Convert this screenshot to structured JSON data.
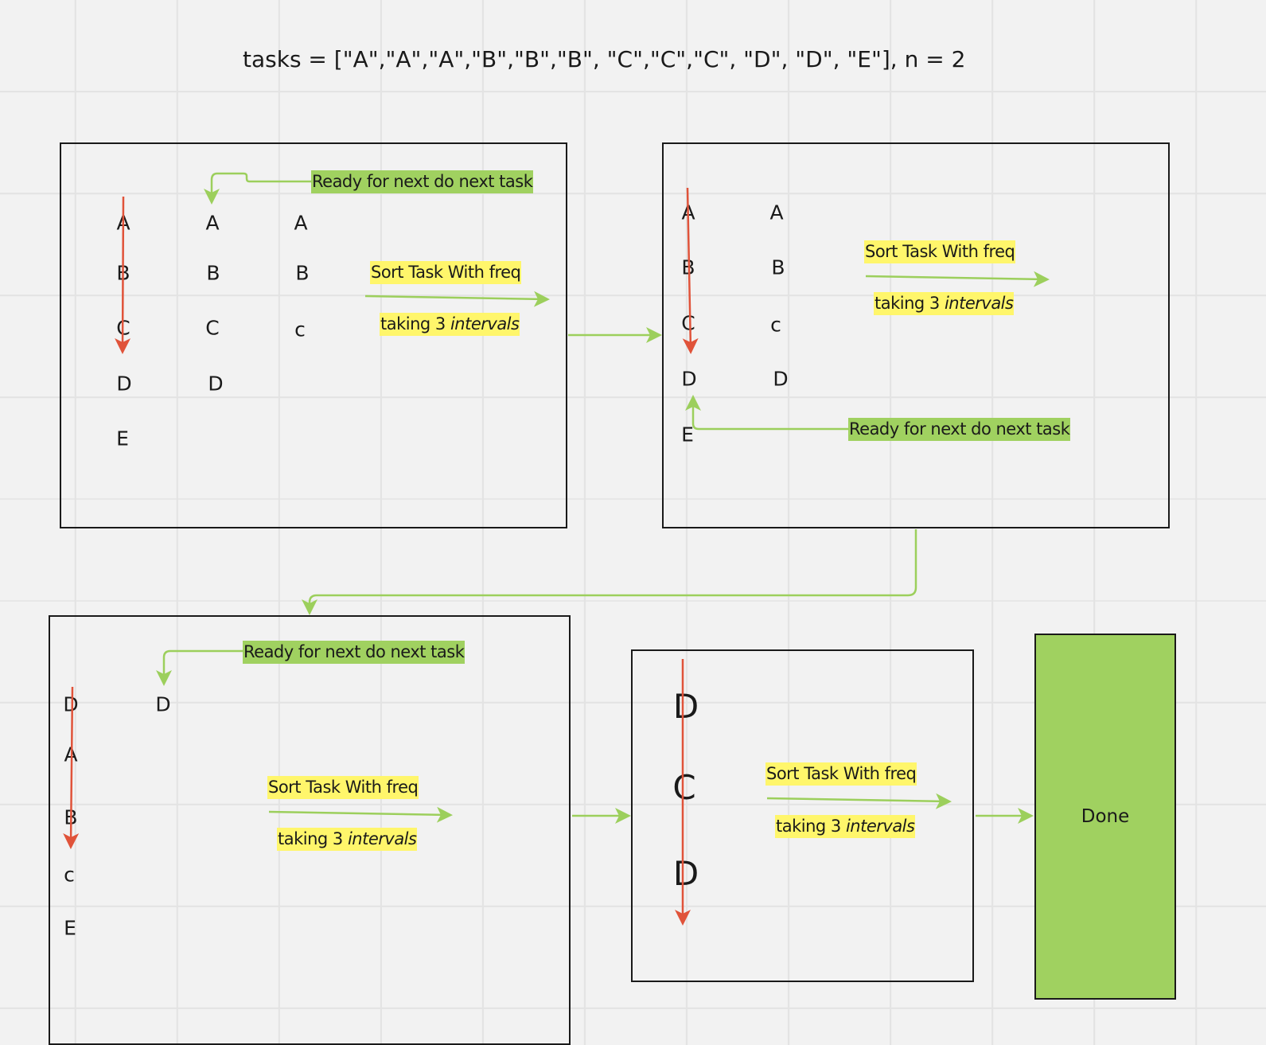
{
  "title": "tasks = [\"A\",\"A\",\"A\",\"B\",\"B\",\"B\", \"C\",\"C\",\"C\", \"D\", \"D\", \"E\"], n = 2",
  "labels": {
    "ready": "Ready for next do next task",
    "sort": "Sort Task With freq",
    "taking": "taking 3 ",
    "intervals": "intervals",
    "done": "Done"
  },
  "step1": {
    "col1": [
      "A",
      "B",
      "C",
      "D",
      "E"
    ],
    "col2": [
      "A",
      "B",
      "C",
      "D"
    ],
    "col3": [
      "A",
      "B",
      "c"
    ]
  },
  "step2": {
    "col1": [
      "A",
      "B",
      "C",
      "D",
      "E"
    ],
    "col2": [
      "A",
      "B",
      "c",
      "D"
    ]
  },
  "step3": {
    "col1": [
      "D",
      "A",
      "B",
      "c",
      "E"
    ],
    "col2": [
      "D"
    ]
  },
  "step4": {
    "col1": [
      "D",
      "C",
      "D"
    ]
  },
  "colors": {
    "green": "#a0d160",
    "yellow": "#fff66b",
    "red": "#e0533a",
    "arrow_green": "#9ccf5c"
  }
}
